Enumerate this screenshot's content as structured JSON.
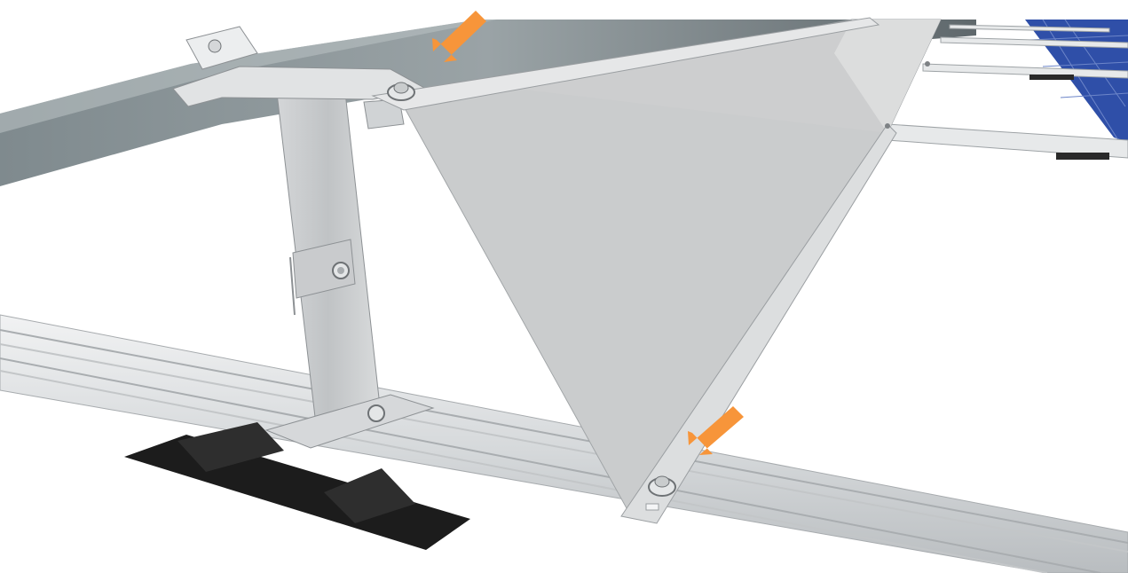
{
  "scene": {
    "background": "#ffffff",
    "colors": {
      "arrow": "#f7953a",
      "rail_light": "#e4e6e7",
      "rail_mid": "#cfd2d4",
      "rail_dark": "#a9adb0",
      "panel_frame": "#3b4246",
      "solar_cell": "#2f4fa8",
      "deflector": "#cdcecf",
      "rubber_pad": "#1c1c1c"
    },
    "callouts": [
      {
        "icon": "arrow-icon",
        "direction": "down-left",
        "points_to": "top-bolt"
      },
      {
        "icon": "arrow-icon",
        "direction": "down-left",
        "points_to": "bottom-bolt"
      }
    ]
  }
}
